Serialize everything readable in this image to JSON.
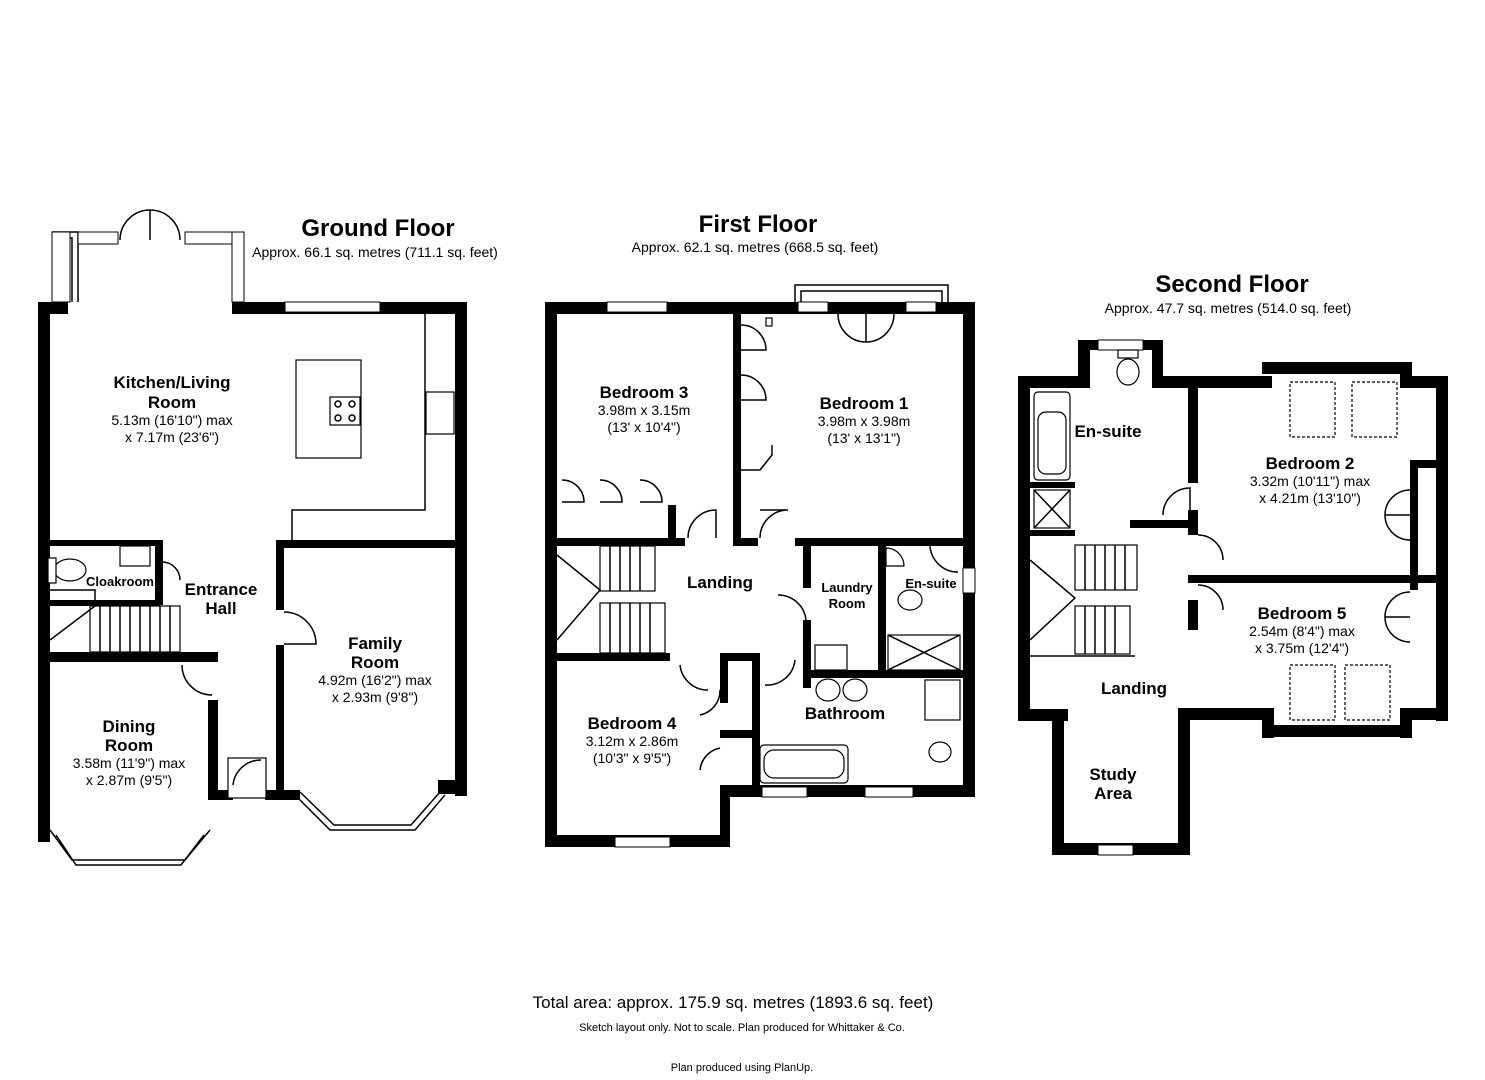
{
  "floors": {
    "ground": {
      "title": "Ground Floor",
      "area": "Approx. 66.1 sq. metres (711.1 sq. feet)",
      "rooms": {
        "kitchen": {
          "name1": "Kitchen/Living",
          "name2": "Room",
          "dim1": "5.13m (16'10\") max",
          "dim2": "x 7.17m (23'6\")"
        },
        "cloakroom": {
          "name": "Cloakroom"
        },
        "entrance": {
          "name1": "Entrance",
          "name2": "Hall"
        },
        "family": {
          "name1": "Family",
          "name2": "Room",
          "dim1": "4.92m (16'2\") max",
          "dim2": "x 2.93m (9'8\")"
        },
        "dining": {
          "name1": "Dining",
          "name2": "Room",
          "dim1": "3.58m (11'9\") max",
          "dim2": "x 2.87m (9'5\")"
        }
      }
    },
    "first": {
      "title": "First Floor",
      "area": "Approx. 62.1 sq. metres (668.5 sq. feet)",
      "rooms": {
        "bed3": {
          "name": "Bedroom 3",
          "dim1": "3.98m x 3.15m",
          "dim2": "(13' x 10'4\")"
        },
        "bed1": {
          "name": "Bedroom 1",
          "dim1": "3.98m x 3.98m",
          "dim2": "(13' x 13'1\")"
        },
        "landing": {
          "name": "Landing"
        },
        "laundry": {
          "name1": "Laundry",
          "name2": "Room"
        },
        "ensuite": {
          "name": "En-suite"
        },
        "bathroom": {
          "name": "Bathroom"
        },
        "bed4": {
          "name": "Bedroom 4",
          "dim1": "3.12m x 2.86m",
          "dim2": "(10'3\" x 9'5\")"
        }
      }
    },
    "second": {
      "title": "Second Floor",
      "area": "Approx. 47.7 sq. metres (514.0 sq. feet)",
      "rooms": {
        "ensuite": {
          "name": "En-suite"
        },
        "bed2": {
          "name": "Bedroom 2",
          "dim1": "3.32m (10'11\") max",
          "dim2": "x 4.21m (13'10\")"
        },
        "bed5": {
          "name": "Bedroom 5",
          "dim1": "2.54m (8'4\") max",
          "dim2": "x 3.75m (12'4\")"
        },
        "landing": {
          "name": "Landing"
        },
        "study": {
          "name1": "Study",
          "name2": "Area"
        }
      }
    }
  },
  "footer": {
    "total": "Total area: approx. 175.9 sq. metres (1893.6 sq. feet)",
    "note": "Sketch layout only. Not to scale. Plan produced for Whittaker & Co.",
    "credit": "Plan produced using PlanUp."
  }
}
